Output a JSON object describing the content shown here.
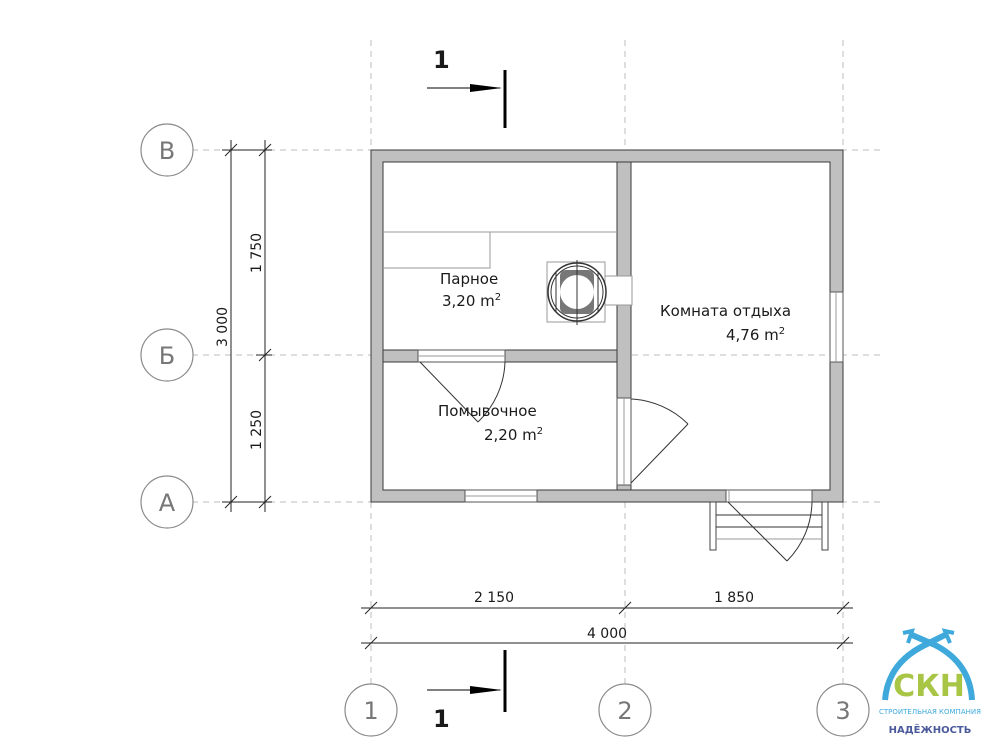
{
  "grid_axes": {
    "rows": [
      "В",
      "Б",
      "А"
    ],
    "columns": [
      "1",
      "2",
      "3"
    ]
  },
  "section_marks": {
    "top": "1",
    "bottom": "1"
  },
  "rooms": [
    {
      "name": "Парное",
      "area": "3,20 m",
      "sup": "2"
    },
    {
      "name": "Помывочное",
      "area": "2,20 m",
      "sup": "2"
    },
    {
      "name": "Комната отдыха",
      "area": "4,76 m",
      "sup": "2"
    }
  ],
  "dimensions": {
    "vertical_total": "3 000",
    "vertical_upper": "1 750",
    "vertical_lower": "1 250",
    "horizontal_left": "2 150",
    "horizontal_right": "1 850",
    "horizontal_total": "4 000"
  },
  "logo": {
    "letters": "СКН",
    "subtitle": "СТРОИТЕЛЬНАЯ КОМПАНИЯ",
    "name": "НАДЁЖНОСТЬ"
  },
  "colors": {
    "wall": "#c0c0c0",
    "logo_blue": "#3fa9dc",
    "logo_green": "#a8c545",
    "logo_navy": "#4a5a9a"
  }
}
